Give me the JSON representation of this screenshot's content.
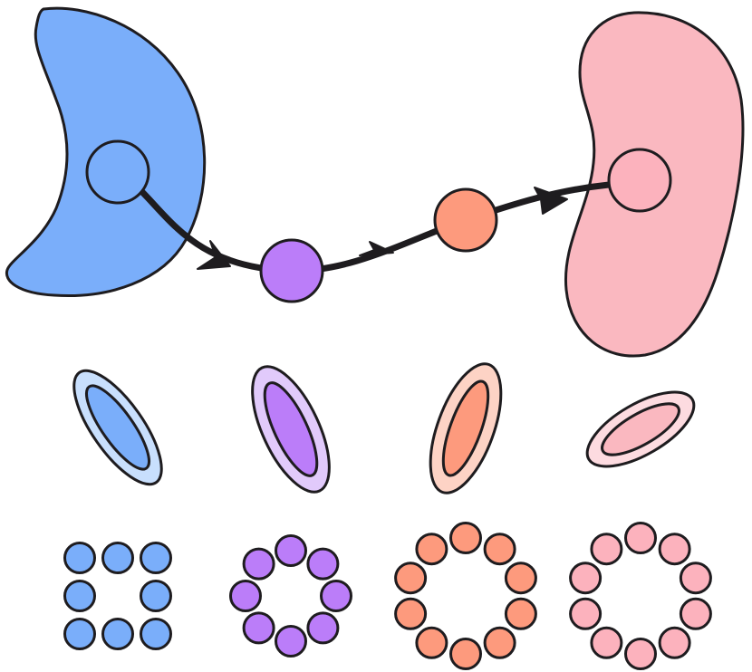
{
  "colors": {
    "outline": "#1e1c1f",
    "blue": "#7aaefa",
    "blue_light": "#c8dffd",
    "purple": "#bb7df9",
    "purple_light": "#e1cafb",
    "orange": "#fd9a7d",
    "orange_light": "#fdd3c5",
    "pink": "#fab8c0",
    "pink_point": "#fcb2bd",
    "pink_light": "#fddbe0"
  },
  "stages": [
    {
      "id": "blue",
      "ring_count": 8,
      "ring_shape": "square"
    },
    {
      "id": "purple",
      "ring_count": 8,
      "ring_shape": "circle"
    },
    {
      "id": "orange",
      "ring_count": 10,
      "ring_shape": "circle"
    },
    {
      "id": "pink",
      "ring_count": 10,
      "ring_shape": "circle"
    }
  ],
  "path_arrows": 3
}
